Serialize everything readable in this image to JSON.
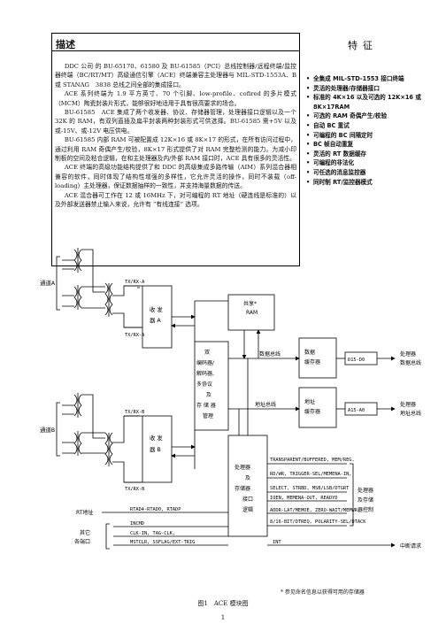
{
  "description": {
    "title": "描述",
    "paragraphs": [
      "DDC 公司 的 BU-65170、61580 及 BU-61585（PCI）总线控制器/远程终端/监控器终端（BC/RT/MT）高级通信引擎（ACE）终端兼容主处理器与 MIL-STD-1553A、B 或 STANAG　3838 总线之间全部的集成接口。",
      "ACE 系列终端为 1.9 平方英寸、70 个引脚、low-profile、cofired 的多片模式（MCM）陶瓷封装片形式，能够很好地适用于具有很高要求的场合。",
      "BU-61585　ACE 集成了两个收发器、协议、存储器管理，处理器接口逻辑以及一个 32K 的 RAM，有双列直插及扁平封装两种封装形式可供选择。BU-61585 需+5V 以及或-15V、或-12V 电压供电。",
      "BU-61585 内部 RAM 可被配置成 12K×16 或 8K×17 的形式，在所有访问过程中，通过利用 RAM 奇偶产生/校验，8K×17 形式提供了对 RAM 完整检测的能力。为减小印制板的空间及粘合逻辑，在和主处理器及内/外部 RAM 接口时，ACE 具有很多的灵活性。",
      "ACE 终端的高级功能结构提供了和 DDC 的高级集成多路传输（AIM）系列混合器相兼容的软件，同时体现了结构性增强的多样性，它允许灵活的操作，同时不装载（off-loading）主处理器，保证数据抽样的一致性，并支持海量数据的传送。",
      "ACE 混合器可工作在 12 或 16MHz 下，对可编程的 RT 地址（硬连线是标准的）以及外部发送器禁止输入来说，允许有 “有线连接” 选项。"
    ]
  },
  "features": {
    "title": "特征",
    "items": [
      "全集成 MIL-STD-1553 接口终端",
      "灵活的处理器/存储器接口",
      "标准的 4K×16 以及可选的 12K×16 或 8K×17RAM",
      "可选的 RAM 奇偶产生/校验",
      "自动 BC 重试",
      "可编程的 BC 间隔定时",
      "BC 帧自动重复",
      "灵活的 RT 数据缓存",
      "可编程的非法化",
      "可任选的消息监控器",
      "同时制 RT/监控器模式"
    ]
  },
  "diagram": {
    "channel_a": "通道A",
    "channel_b": "通道B",
    "txrx_a_top": "TX/RX-A",
    "txrx_a_bot": "TX/RX-A",
    "txrx_b_top": "TX/RX-B",
    "txrx_b_bot": "TX/RX-B",
    "transceiver_a": [
      "收 发",
      "器 A"
    ],
    "transceiver_b": [
      "收 发",
      "器 B"
    ],
    "encoder": [
      "双",
      "编码器/",
      "解码器,",
      "多协议",
      "及",
      "存 储 器",
      "管理"
    ],
    "shared_ram": [
      "共享*",
      "RAM"
    ],
    "data_bus": "数据总线",
    "addr_bus": "地址总线",
    "data_buffer": [
      "数据",
      "缓存器"
    ],
    "addr_buffer": [
      "地址",
      "缓存器"
    ],
    "d15_d0": "D15-D0",
    "a15_a0": "A15-A0",
    "proc_data_bus": [
      "处理器",
      "数据总线"
    ],
    "proc_addr_bus": [
      "处理器",
      "地址总线"
    ],
    "proc_logic": [
      "处理器",
      "及",
      "存储器",
      "接口",
      "逻辑"
    ],
    "ctrl_signals": [
      "TRANSPARENT/BUFFERED, MEM/REG,",
      "RD/WR, TRIGGER-SEL/MEMENA-IN,",
      "SELECT, STRBD, MSB/LSB/DTGRT",
      "IOEN, MEMENA-OUT, READYD",
      "ADDR-LAT/MEMOE, ZERO-WAIT/MEMWR,",
      "8/16-BIT/DTREQ, POLARITY-SEL/DTACK"
    ],
    "proc_mem_ctrl": [
      "处理器",
      "及存储",
      "器控制"
    ],
    "rt_address": "RT地址",
    "rt_address_signals": "RTAD4-RTAD0, RTADP",
    "other_io": [
      "其它",
      "各端口"
    ],
    "incmd": "INCMD",
    "clk_signals": "CLK-IN, TAG-CLK,",
    "mstclr_signals": "MSTCLR, SSFLAG/EXT-TRIG",
    "int": "INT",
    "interrupt_request": "中断请求",
    "footnote": "* 参见命名信息以获得可用的存储器"
  },
  "caption": "图1　ACE 模块图",
  "page_number": "1"
}
